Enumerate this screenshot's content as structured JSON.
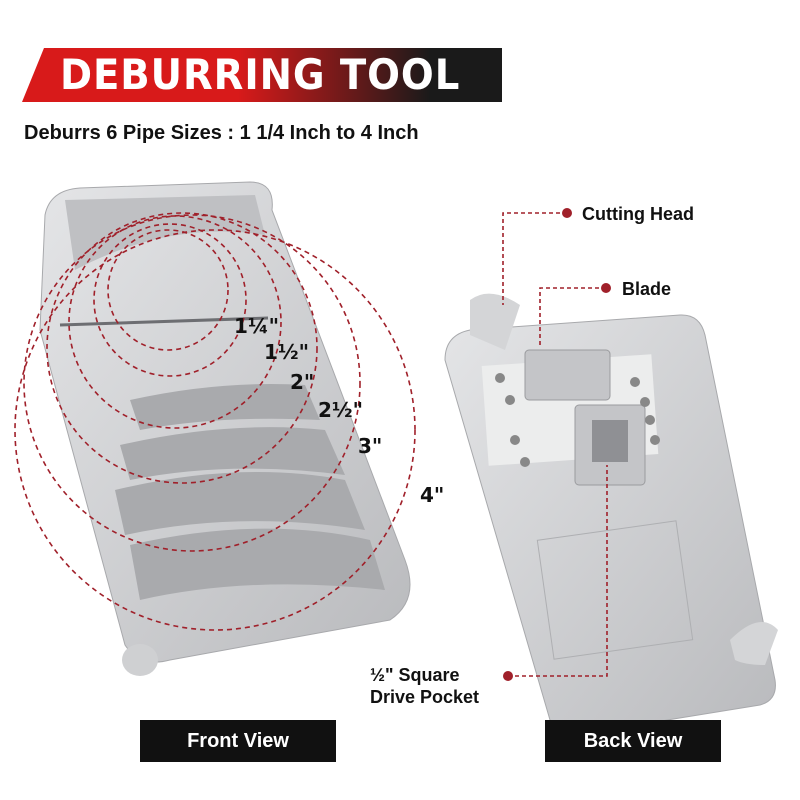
{
  "title": "DEBURRING TOOL",
  "subtitle": "Deburrs 6 Pipe Sizes : 1  1/4 Inch to 4 Inch",
  "pipe_sizes": [
    "1¼\"",
    "1½\"",
    "2\"",
    "2½\"",
    "3\"",
    "4\""
  ],
  "callouts": {
    "cutting_head": "Cutting Head",
    "blade": "Blade",
    "drive_pocket_line1": "½\" Square",
    "drive_pocket_line2": "Drive Pocket"
  },
  "views": {
    "front": "Front View",
    "back": "Back View"
  },
  "colors": {
    "accent": "#d81a1a",
    "dark": "#111111",
    "dash": "#a0202a",
    "metal": "#c8c9cb"
  }
}
